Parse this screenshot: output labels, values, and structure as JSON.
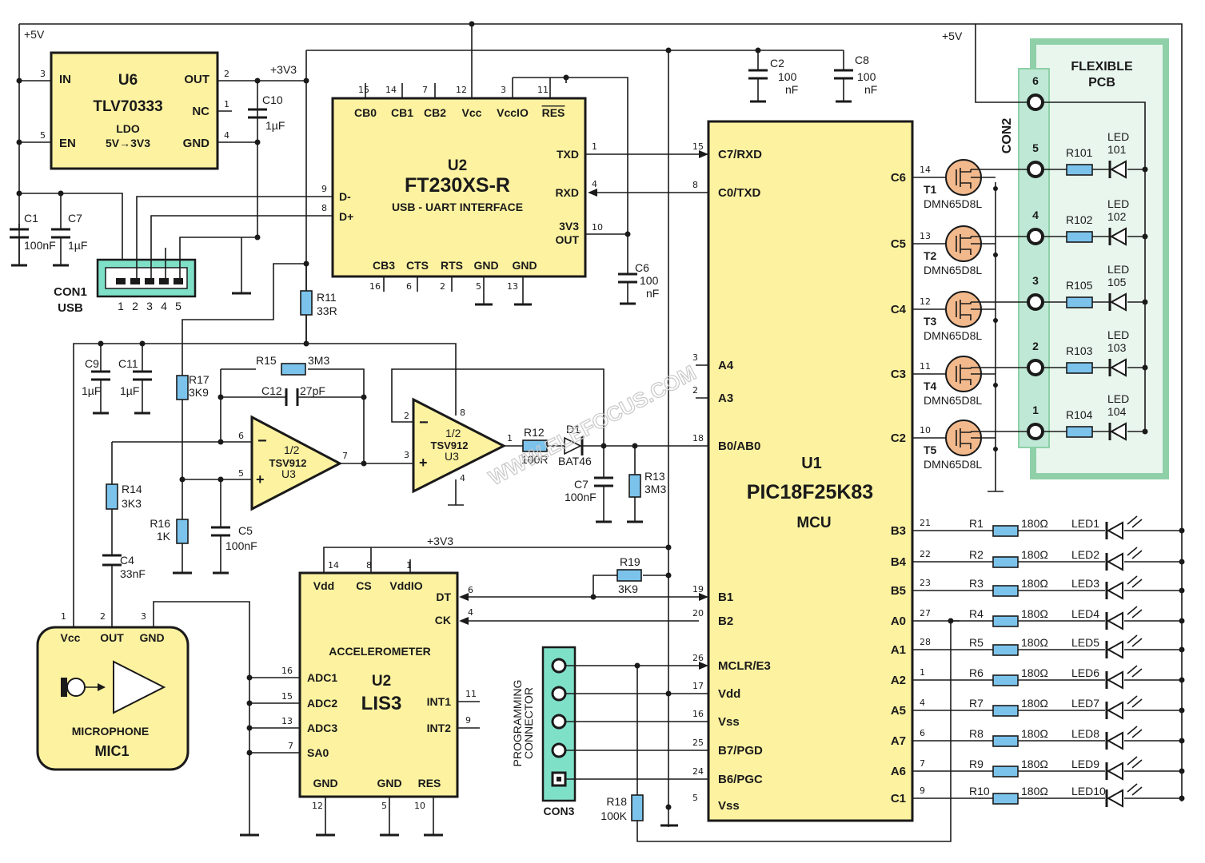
{
  "rails": {
    "v5_a": "+5V",
    "v5_b": "+5V",
    "v33_a": "+3V3",
    "v33_b": "+3V3"
  },
  "u6": {
    "ref": "U6",
    "part": "TLV70333",
    "desc1": "LDO",
    "desc2": "5V→3V3",
    "pins": {
      "in": "IN",
      "en": "EN",
      "out": "OUT",
      "nc": "NC",
      "gnd": "GND"
    },
    "nums": {
      "in": "3",
      "en": "5",
      "out": "2",
      "nc": "1",
      "gnd": "4"
    }
  },
  "u2a": {
    "ref": "U2",
    "part": "FT230XS-R",
    "desc": "USB - UART INTERFACE",
    "top_pins": [
      "CB0",
      "CB1",
      "CB2",
      "Vcc",
      "VccIO",
      "RES"
    ],
    "top_nums": [
      "15",
      "14",
      "7",
      "12",
      "3",
      "11"
    ],
    "bot_pins": [
      "CB3",
      "CTS",
      "RTS",
      "GND",
      "GND"
    ],
    "bot_nums": [
      "16",
      "6",
      "2",
      "5",
      "13"
    ],
    "left_pins": [
      "D-",
      "D+"
    ],
    "left_nums": [
      "9",
      "8"
    ],
    "right_pins": [
      "TXD",
      "RXD",
      "3V3",
      "OUT"
    ],
    "right_nums": [
      "1",
      "4",
      "10"
    ]
  },
  "u1": {
    "ref": "U1",
    "part": "PIC18F25K83",
    "desc": "MCU",
    "left_pins": [
      "C7/RXD",
      "C0/TXD",
      "A4",
      "A3",
      "B0/AB0",
      "B1",
      "B2",
      "MCLR/E3",
      "Vdd",
      "Vss",
      "B7/PGD",
      "B6/PGC",
      "Vss"
    ],
    "left_nums": [
      "15",
      "8",
      "3",
      "2",
      "18",
      "19",
      "20",
      "26",
      "17",
      "16",
      "25",
      "24",
      "5"
    ],
    "right_pins": [
      "C6",
      "C5",
      "C4",
      "C3",
      "C2",
      "B3",
      "B4",
      "B5",
      "A0",
      "A1",
      "A2",
      "A5",
      "A7",
      "A6",
      "C1"
    ],
    "right_nums": [
      "14",
      "13",
      "12",
      "11",
      "10",
      "21",
      "22",
      "23",
      "27",
      "28",
      "1",
      "4",
      "6",
      "7",
      "9"
    ]
  },
  "lis3": {
    "ref": "U2",
    "part": "LIS3",
    "desc": "ACCELEROMETER",
    "top_pins": [
      "Vdd",
      "CS",
      "VddIO"
    ],
    "top_nums": [
      "14",
      "8",
      "1"
    ],
    "left_pins": [
      "ADC1",
      "ADC2",
      "ADC3",
      "SA0"
    ],
    "left_nums": [
      "16",
      "15",
      "13",
      "7"
    ],
    "right_pins": [
      "DT",
      "CK",
      "INT1",
      "INT2"
    ],
    "right_nums": [
      "6",
      "4",
      "11",
      "9"
    ],
    "bot_pins": [
      "GND",
      "GND",
      "RES"
    ],
    "bot_nums": [
      "12",
      "5",
      "10"
    ]
  },
  "mic": {
    "title": "MICROPHONE",
    "ref": "MIC1",
    "pins": [
      "Vcc",
      "OUT",
      "GND"
    ],
    "nums": [
      "1",
      "2",
      "3"
    ]
  },
  "opamp1": {
    "half": "1/2",
    "part": "TSV912",
    "ref": "U3",
    "minus": "−",
    "plus": "+",
    "nums": {
      "minus": "6",
      "plus": "5",
      "out": "7"
    }
  },
  "opamp2": {
    "half": "1/2",
    "part": "TSV912",
    "ref": "U3",
    "minus": "−",
    "plus": "+",
    "nums": {
      "minus": "2",
      "plus": "3",
      "out": "1",
      "vdd": "8",
      "gnd": "4"
    }
  },
  "con1": {
    "ref": "CON1",
    "type": "USB",
    "pins": [
      "1",
      "2",
      "3",
      "4",
      "5"
    ]
  },
  "con2": {
    "ref": "CON2",
    "pins": [
      "6",
      "5",
      "4",
      "3",
      "2",
      "1"
    ],
    "flex": "FLEXIBLE",
    "pcb": "PCB"
  },
  "con3": {
    "ref": "CON3",
    "label1": "PROGRAMMING",
    "label2": "CONNECTOR"
  },
  "caps": {
    "c1": {
      "ref": "C1",
      "val": "100nF"
    },
    "c7a": {
      "ref": "C7",
      "val": "1µF"
    },
    "c10": {
      "ref": "C10",
      "val": "1µF"
    },
    "c2": {
      "ref": "C2",
      "val1": "100",
      "val2": "nF"
    },
    "c8": {
      "ref": "C8",
      "val1": "100",
      "val2": "nF"
    },
    "c6": {
      "ref": "C6",
      "val1": "100",
      "val2": "nF"
    },
    "c9": {
      "ref": "C9",
      "val": "1µF"
    },
    "c11": {
      "ref": "C11",
      "val": "1µF"
    },
    "c12": {
      "ref": "C12",
      "val": "27pF"
    },
    "c5": {
      "ref": "C5",
      "val": "100nF"
    },
    "c4": {
      "ref": "C4",
      "val": "33nF"
    },
    "c7b": {
      "ref": "C7",
      "val": "100nF"
    }
  },
  "resistors": {
    "r11": {
      "ref": "R11",
      "val": "33R"
    },
    "r17": {
      "ref": "R17",
      "val": "3K9"
    },
    "r15": {
      "ref": "R15",
      "val": "3M3"
    },
    "r14": {
      "ref": "R14",
      "val": "3K3"
    },
    "r16": {
      "ref": "R16",
      "val": "1K"
    },
    "r12": {
      "ref": "R12",
      "val": "100R"
    },
    "r13": {
      "ref": "R13",
      "val": "3M3"
    },
    "r19": {
      "ref": "R19",
      "val": "3K9"
    },
    "r18": {
      "ref": "R18",
      "val": "100K"
    }
  },
  "d1": {
    "ref": "D1",
    "part": "BAT46"
  },
  "mosfets": [
    {
      "ref": "T1",
      "part": "DMN65D8L"
    },
    {
      "ref": "T2",
      "part": "DMN65D8L"
    },
    {
      "ref": "T3",
      "part": "DMN65D8L"
    },
    {
      "ref": "T4",
      "part": "DMN65D8L"
    },
    {
      "ref": "T5",
      "part": "DMN65D8L"
    }
  ],
  "flex_leds": [
    {
      "r": "R101",
      "led1": "LED",
      "led2": "101"
    },
    {
      "r": "R102",
      "led1": "LED",
      "led2": "102"
    },
    {
      "r": "R105",
      "led1": "LED",
      "led2": "105"
    },
    {
      "r": "R103",
      "led1": "LED",
      "led2": "103"
    },
    {
      "r": "R104",
      "led1": "LED",
      "led2": "104"
    }
  ],
  "leds": [
    {
      "r": "R1",
      "v": "180Ω",
      "led": "LED1"
    },
    {
      "r": "R2",
      "v": "180Ω",
      "led": "LED2"
    },
    {
      "r": "R3",
      "v": "180Ω",
      "led": "LED3"
    },
    {
      "r": "R4",
      "v": "180Ω",
      "led": "LED4"
    },
    {
      "r": "R5",
      "v": "180Ω",
      "led": "LED5"
    },
    {
      "r": "R6",
      "v": "180Ω",
      "led": "LED6"
    },
    {
      "r": "R7",
      "v": "180Ω",
      "led": "LED7"
    },
    {
      "r": "R8",
      "v": "180Ω",
      "led": "LED8"
    },
    {
      "r": "R9",
      "v": "180Ω",
      "led": "LED9"
    },
    {
      "r": "R10",
      "v": "180Ω",
      "led": "LED10"
    }
  ],
  "watermark": "WWW.ELEFOCUS.COM",
  "colors": {
    "chip": "#fdf2a0",
    "resistor": "#7cc3ec",
    "mosfet": "#f2b98c",
    "flex_border": "#8fd0a8",
    "flex_fill": "#e9f6ee",
    "connector": "#7fe0c8"
  }
}
